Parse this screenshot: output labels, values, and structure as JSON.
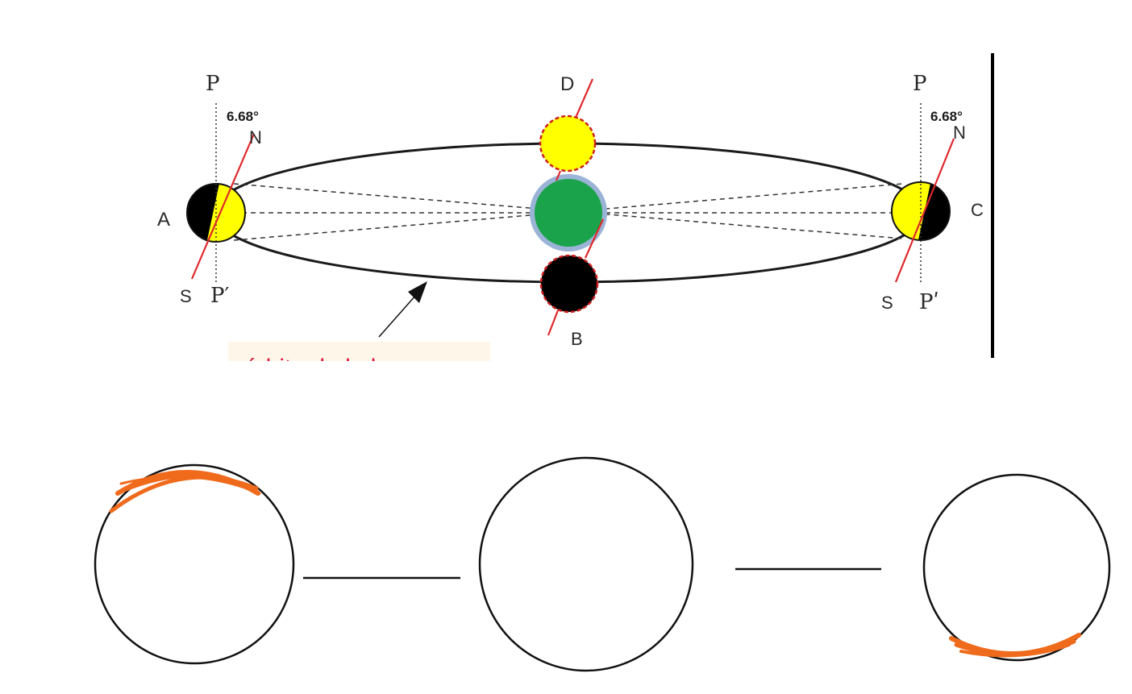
{
  "diagram": {
    "labels": {
      "position_a": "A",
      "position_b": "B",
      "position_c": "C",
      "position_d": "D",
      "pole_p_left": "P",
      "pole_p_prime_left": "P′",
      "pole_p_right": "P",
      "pole_p_prime_right": "Pʹ",
      "north_left": "N",
      "south_left": "S",
      "north_right": "N",
      "south_right": "S",
      "angle_left": "6.68°",
      "angle_right": "6.68°",
      "orbit_label": "órbita de  la luna"
    },
    "colors": {
      "sunlit": "#ffff00",
      "dark": "#000000",
      "earth": "#1aa34a",
      "earth_halo": "#9bb3d6",
      "axis": "#e0282c",
      "orbit_label": "#d81b3c",
      "annotation": "#f06a1c"
    }
  },
  "sketch": {
    "circles": [
      "phase-circle-left",
      "phase-circle-middle",
      "phase-circle-right"
    ]
  }
}
